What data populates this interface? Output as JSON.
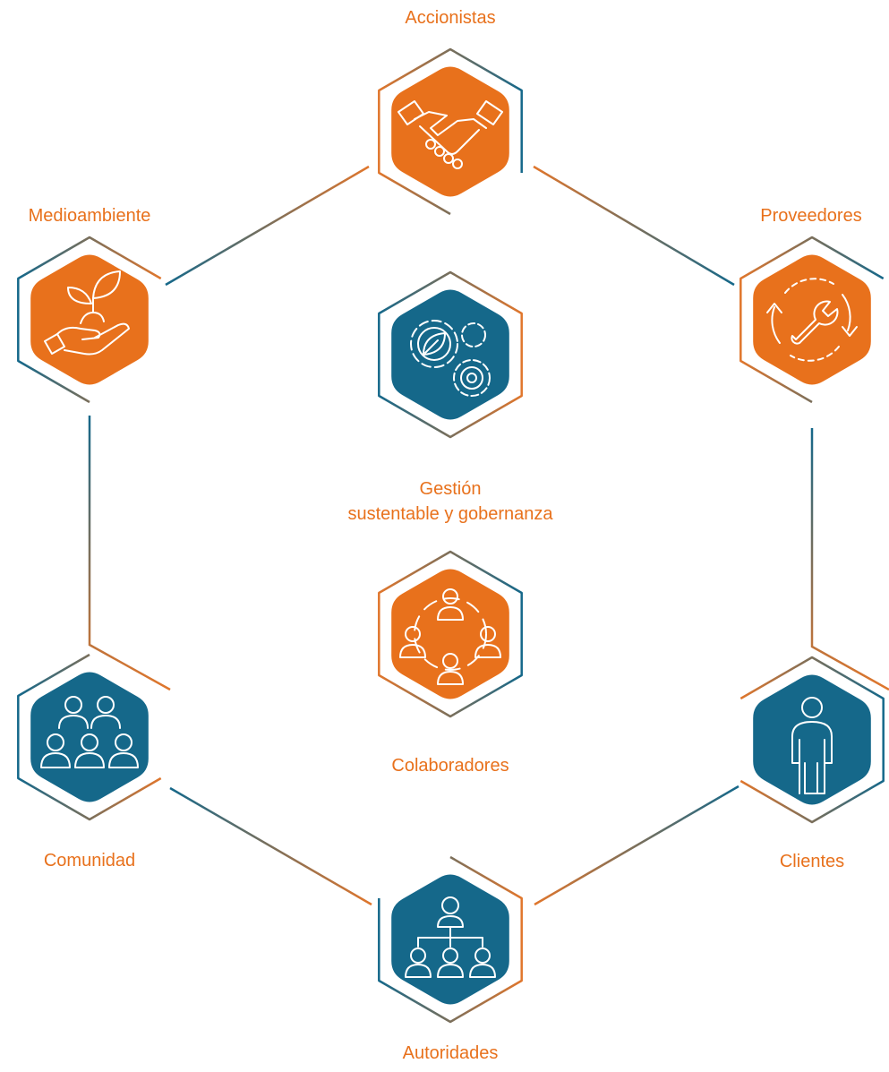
{
  "colors": {
    "orange": "#E8711C",
    "teal": "#15688A",
    "label": "#E8711C",
    "icon_stroke": "#FFFFFF"
  },
  "nodes": [
    {
      "id": "accionistas",
      "label": "Accionistas",
      "fill": "orange",
      "icon": "handshake-icon"
    },
    {
      "id": "proveedores",
      "label": "Proveedores",
      "fill": "orange",
      "icon": "wrench-cycle-icon"
    },
    {
      "id": "clientes",
      "label": "Clientes",
      "fill": "teal",
      "icon": "person-icon"
    },
    {
      "id": "autoridades",
      "label": "Autoridades",
      "fill": "teal",
      "icon": "org-chart-icon"
    },
    {
      "id": "comunidad",
      "label": "Comunidad",
      "fill": "teal",
      "icon": "group-icon"
    },
    {
      "id": "medioambiente",
      "label": "Medioambiente",
      "fill": "orange",
      "icon": "plant-in-hand-icon"
    },
    {
      "id": "gestion",
      "label_line1": "Gestión",
      "label_line2": "sustentable y gobernanza",
      "fill": "teal",
      "icon": "gears-leaf-icon"
    },
    {
      "id": "colaboradores",
      "label": "Colaboradores",
      "fill": "orange",
      "icon": "team-circle-icon"
    }
  ]
}
